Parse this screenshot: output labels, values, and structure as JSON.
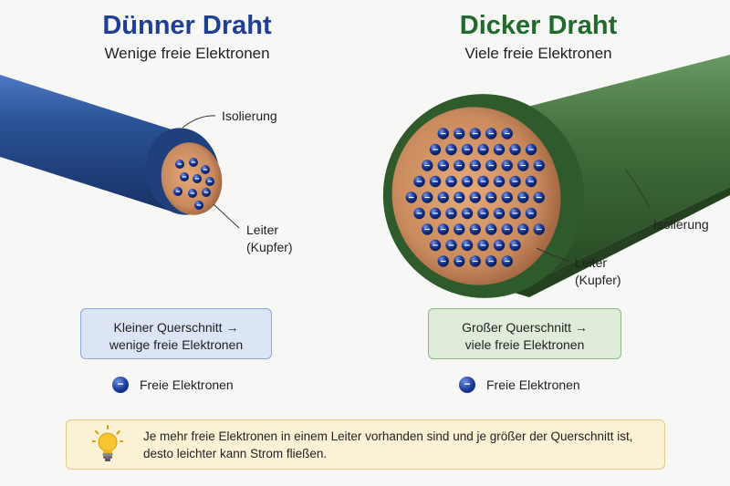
{
  "left": {
    "title": "Dünner Draht",
    "subtitle": "Wenige freie Elektronen",
    "insulation_label": "Isolierung",
    "conductor_label_1": "Leiter",
    "conductor_label_2": "(Kupfer)",
    "box_line_1": "Kleiner Querschnitt →",
    "box_line_2": "wenige freie Elektronen",
    "legend": "Freie Elektronen",
    "insulation_color": "#2a5295"
  },
  "right": {
    "title": "Dicker Draht",
    "subtitle": "Viele freie Elektronen",
    "insulation_label": "Isolierung",
    "conductor_label_1": "Leiter",
    "conductor_label_2": "(Kupfer)",
    "box_line_1": "Großer Querschnitt →",
    "box_line_2": "viele freie Elektronen",
    "legend": "Freie Elektronen",
    "insulation_color": "#3f6b3c"
  },
  "electron_symbol": "−",
  "tip": {
    "icon": "lightbulb-icon",
    "line_1": "Je mehr freie Elektronen in einem Leiter vorhanden sind und je größer der Querschnitt ist,",
    "line_2": "desto leichter kann Strom fließen."
  },
  "colors": {
    "copper": "#c98a5e",
    "electron": "#1b3a9a",
    "title_left": "#1f3f96",
    "title_right": "#1f6a2c"
  }
}
